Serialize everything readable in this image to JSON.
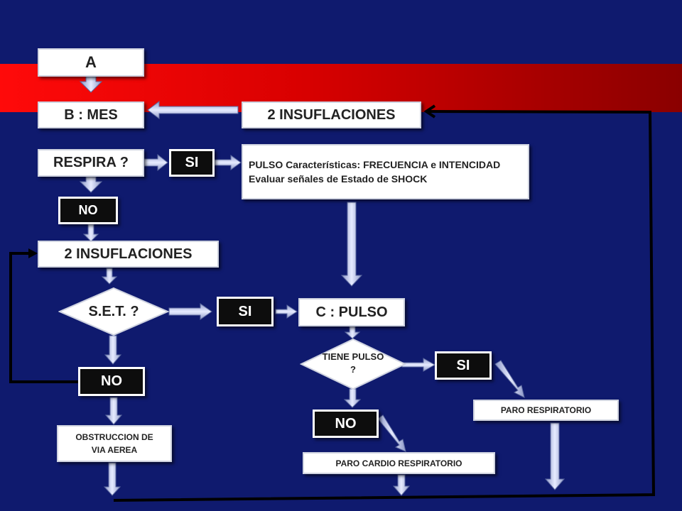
{
  "flow": {
    "a": "A",
    "b_mes": "B : MES",
    "insuflaciones_top": "2 INSUFLACIONES",
    "respira": "RESPIRA ?",
    "si_respira": "SI",
    "pulso_text": "PULSO Características: FRECUENCIA e INTENCIDAD Evaluar señales de Estado de SHOCK",
    "no_respira": "NO",
    "insuflaciones_mid": "2 INSUFLACIONES",
    "set": "S.E.T. ?",
    "si_set": "SI",
    "c_pulso": "C : PULSO",
    "tiene_pulso": "TIENE PULSO ?",
    "si_pulso": "SI",
    "no_set": "NO",
    "paro_respiratorio": "PARO RESPIRATORIO",
    "no_pulso": "NO",
    "obstruccion": "OBSTRUCCION DE VIA AEREA",
    "paro_cardio": "PARO CARDIO RESPIRATORIO"
  },
  "colors": {
    "background": "#0f1a6e",
    "band_start": "#ff0a0a",
    "band_end": "#8a0000",
    "box_fill": "#ffffff",
    "dark_box_fill": "#0d0d0d",
    "arrow_fill": "#b8c2e8",
    "connector_line": "#000000"
  }
}
